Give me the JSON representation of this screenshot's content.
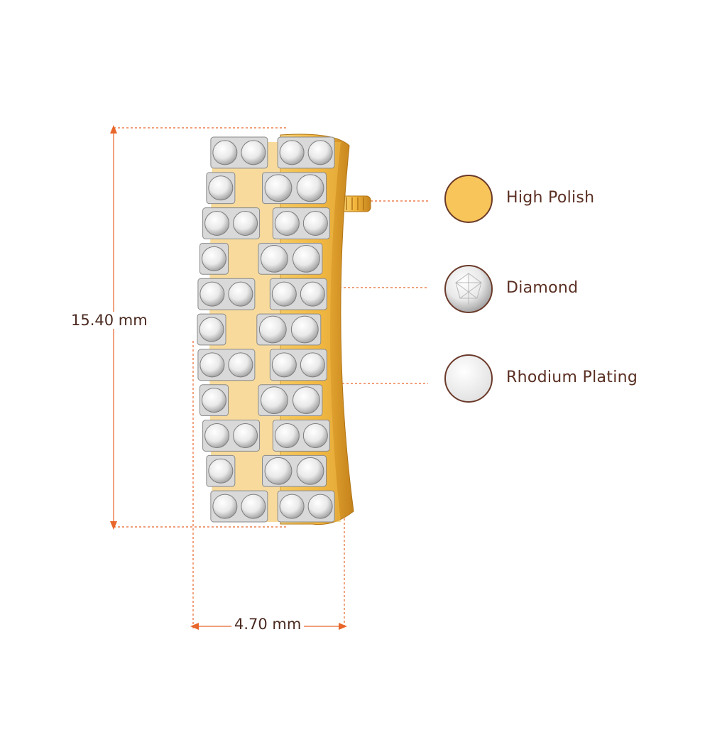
{
  "dimensions": {
    "height_label": "15.40 mm",
    "width_label": "4.70 mm",
    "guide_color": "#e8662a"
  },
  "features": [
    {
      "label": "High Polish",
      "icon": "gold-swatch-icon",
      "color": "#f7c55a"
    },
    {
      "label": "Diamond",
      "icon": "diamond-swatch-icon",
      "color": "#e6e6e6"
    },
    {
      "label": "Rhodium Plating",
      "icon": "rhodium-swatch-icon",
      "color": "#e4e4e4"
    }
  ],
  "colors": {
    "gold": "#f2b43a",
    "gold_dark": "#c4821b",
    "swatch_border": "#6b3a2a",
    "text": "#5a2f22"
  }
}
